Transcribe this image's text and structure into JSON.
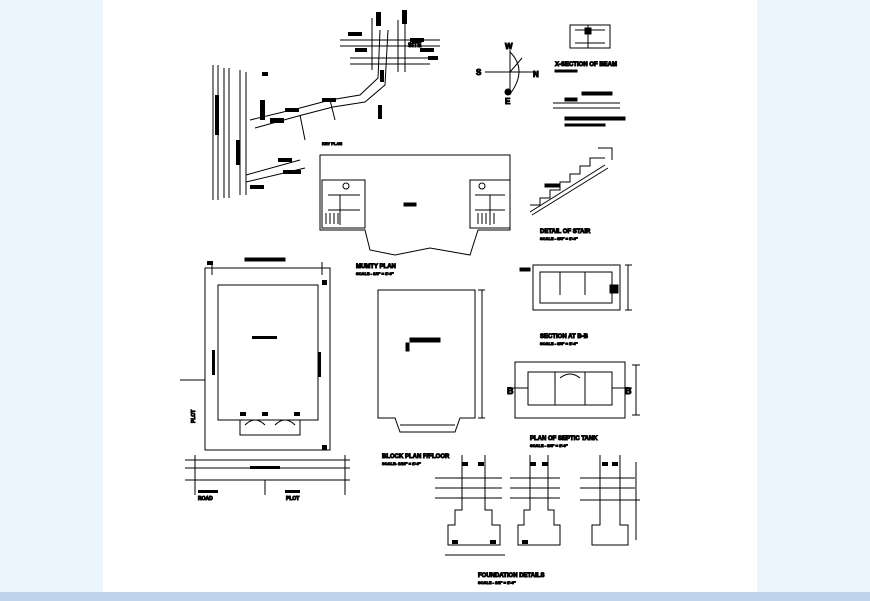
{
  "labels": {
    "x_section": "X-SECTION OF BEAM",
    "key_plan": "KEY PLAN",
    "site": "SITE",
    "mumty_plan": "MUMTY PLAN",
    "mumty_scale": "SCALE - 1/8\" = 1'-0\"",
    "detail_stair": "DETAIL OF STAIR",
    "stair_scale": "SCALE - 3/4\" = 1'-0\"",
    "section_bb": "SECTION AT B-B",
    "section_scale": "SCALE - 3/4\" = 1'-0\"",
    "plan_septic": "PLAN OF SEPTIC TANK",
    "septic_scale": "SCALE - 3/4\" = 1'-0\"",
    "block_plan": "BLOCK PLAN F/FLOOR",
    "block_scale": "SCALE- 1/16\" = 1'-0\"",
    "foundation": "FOUNDATION DETAILS",
    "foundation_scale": "SCALE - 1/2\" = 1'-0\"",
    "b_left": "B",
    "b_right": "B",
    "compass_n": "N",
    "compass_s": "S",
    "compass_w": "W",
    "compass_e": "E",
    "plot": "PLOT",
    "plot2": "PLOT",
    "road": "ROAD"
  }
}
